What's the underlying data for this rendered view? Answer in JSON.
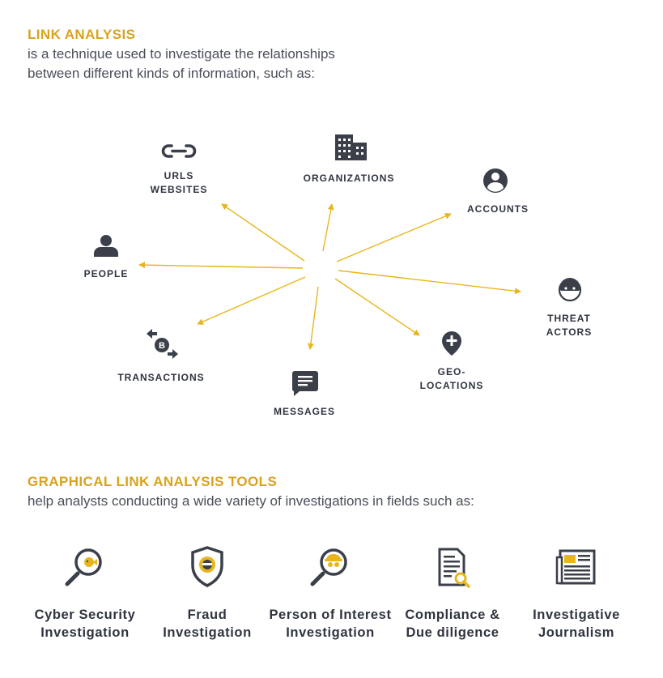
{
  "colors": {
    "accent": "#d9a21f",
    "arrow": "#e8b61c",
    "icon": "#3a3f4a",
    "text": "#2f3440"
  },
  "intro": {
    "heading": "LINK ANALYSIS",
    "text_line1": "is a technique used to investigate the relationships",
    "text_line2": "between different kinds of information, such as:"
  },
  "diagram": {
    "nodes": [
      {
        "id": "urls",
        "icon": "link-icon",
        "label_lines": [
          "URLS",
          "WEBSITES"
        ]
      },
      {
        "id": "organizations",
        "icon": "building-icon",
        "label_lines": [
          "ORGANIZATIONS"
        ]
      },
      {
        "id": "accounts",
        "icon": "account-icon",
        "label_lines": [
          "ACCOUNTS"
        ]
      },
      {
        "id": "people",
        "icon": "person-icon",
        "label_lines": [
          "PEOPLE"
        ]
      },
      {
        "id": "threat",
        "icon": "masked-actor-icon",
        "label_lines": [
          "THREAT",
          "ACTORS"
        ]
      },
      {
        "id": "transactions",
        "icon": "bitcoin-exchange-icon",
        "label_lines": [
          "TRANSACTIONS"
        ]
      },
      {
        "id": "geo",
        "icon": "map-pin-plus-icon",
        "label_lines": [
          "GEO-",
          "LOCATIONS"
        ]
      },
      {
        "id": "messages",
        "icon": "message-icon",
        "label_lines": [
          "MESSAGES"
        ]
      }
    ]
  },
  "tools_section": {
    "heading": "GRAPHICAL LINK ANALYSIS TOOLS",
    "text": "help analysts conducting a wide variety of investigations in fields such as:",
    "tools": [
      {
        "icon": "magnifier-fish-icon",
        "line1": "Cyber Security",
        "line2": "Investigation"
      },
      {
        "icon": "shield-thief-icon",
        "line1": "Fraud",
        "line2": "Investigation"
      },
      {
        "icon": "magnifier-spy-icon",
        "line1": "Person of Interest",
        "line2": "Investigation"
      },
      {
        "icon": "document-magnifier-icon",
        "line1": "Compliance &",
        "line2": "Due diligence"
      },
      {
        "icon": "newspaper-icon",
        "line1": "Investigative",
        "line2": "Journalism"
      }
    ]
  }
}
